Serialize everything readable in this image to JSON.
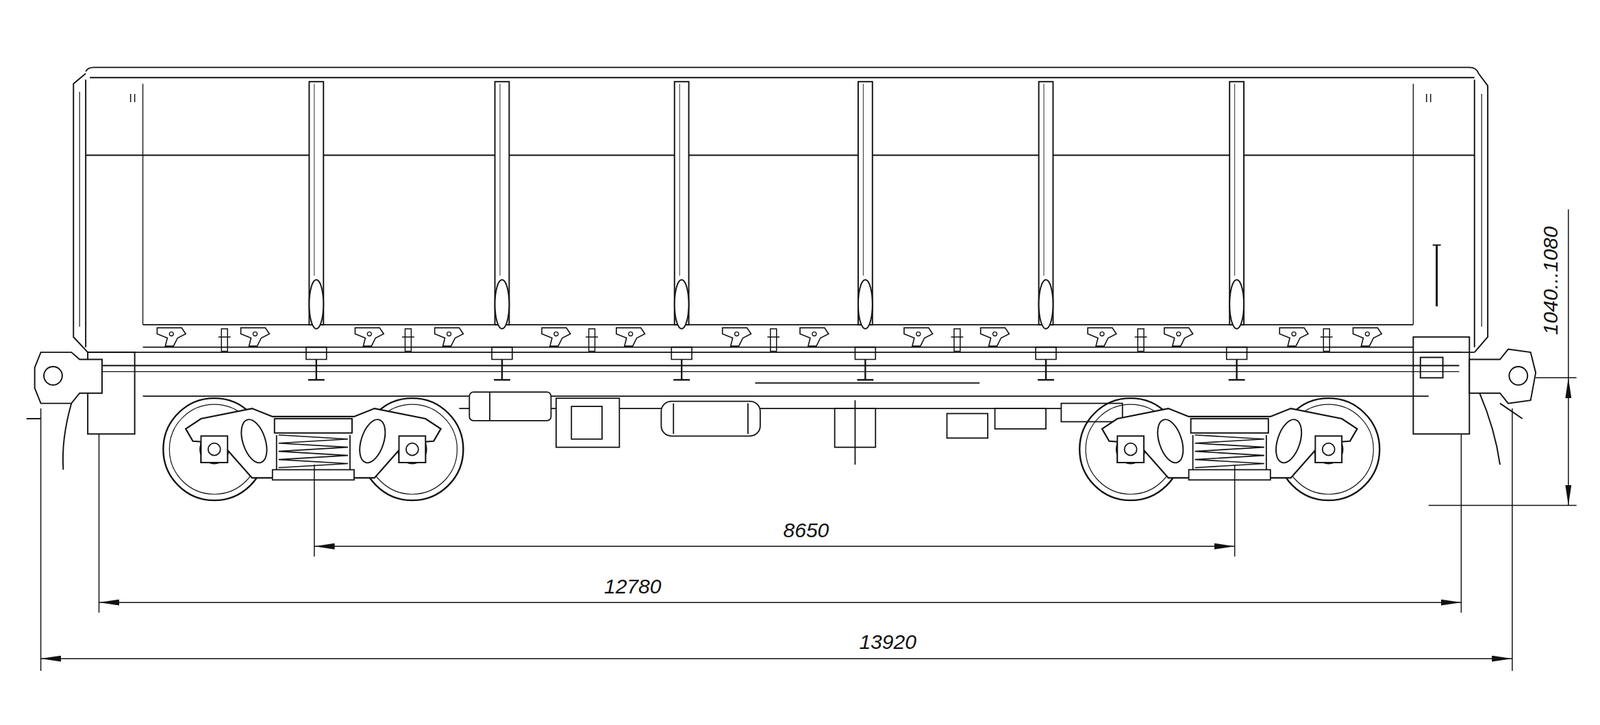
{
  "diagram": {
    "labels": [
      "8650",
      "12780",
      "13920",
      "1040...1080"
    ]
  }
}
